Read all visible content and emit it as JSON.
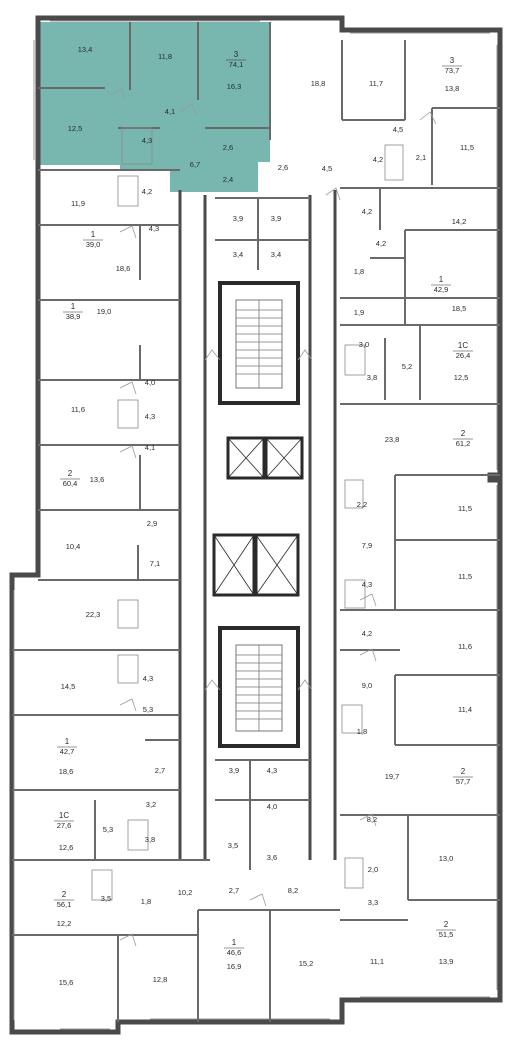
{
  "colors": {
    "wall": "#4a4a4a",
    "thin": "#8a8a8a",
    "highlight": "#77b7b0",
    "background": "#ffffff"
  },
  "apartments": [
    {
      "id": "apt-3-74",
      "rooms": "3",
      "area": "74,1",
      "highlighted": true
    },
    {
      "id": "apt-3-73",
      "rooms": "3",
      "area": "73,7",
      "highlighted": false
    },
    {
      "id": "apt-1-39",
      "rooms": "1",
      "area": "39,0",
      "highlighted": false
    },
    {
      "id": "apt-1-42-9",
      "rooms": "1",
      "area": "42,9",
      "highlighted": false
    },
    {
      "id": "apt-1-38",
      "rooms": "1",
      "area": "38,9",
      "highlighted": false
    },
    {
      "id": "apt-1c-26",
      "rooms": "1С",
      "area": "26,4",
      "highlighted": false
    },
    {
      "id": "apt-2-61",
      "rooms": "2",
      "area": "61,2",
      "highlighted": false
    },
    {
      "id": "apt-2-60",
      "rooms": "2",
      "area": "60,4",
      "highlighted": false
    },
    {
      "id": "apt-1-42-7",
      "rooms": "1",
      "area": "42,7",
      "highlighted": false
    },
    {
      "id": "apt-2-57",
      "rooms": "2",
      "area": "57,7",
      "highlighted": false
    },
    {
      "id": "apt-1c-27",
      "rooms": "1С",
      "area": "27,6",
      "highlighted": false
    },
    {
      "id": "apt-2-56",
      "rooms": "2",
      "area": "56,1",
      "highlighted": false
    },
    {
      "id": "apt-2-51",
      "rooms": "2",
      "area": "51,5",
      "highlighted": false
    },
    {
      "id": "apt-1-46",
      "rooms": "1",
      "area": "46,6",
      "highlighted": false
    }
  ],
  "room_areas": [
    "13,4",
    "11,8",
    "16,3",
    "4,1",
    "12,5",
    "4,3",
    "2,6",
    "6,7",
    "2,4",
    "18,8",
    "11,7",
    "13,8",
    "4,5",
    "2,6",
    "4,5",
    "4,2",
    "2,1",
    "11,5",
    "4,2",
    "11,9",
    "4,3",
    "3,9",
    "3,9",
    "3,4",
    "3,4",
    "4,2",
    "14,2",
    "18,6",
    "4,2",
    "1,8",
    "18,5",
    "1,9",
    "19,0",
    "3,0",
    "5,2",
    "3,8",
    "12,5",
    "4,0",
    "11,6",
    "4,3",
    "23,8",
    "4,1",
    "13,6",
    "2,2",
    "2,9",
    "11,5",
    "10,4",
    "7,9",
    "7,1",
    "11,5",
    "4,3",
    "22,3",
    "4,2",
    "11,6",
    "4,3",
    "14,5",
    "9,0",
    "11,4",
    "5,3",
    "1,8",
    "2,7",
    "19,7",
    "18,6",
    "3,9",
    "4,3",
    "3,2",
    "4,0",
    "8,2",
    "5,3",
    "3,8",
    "3,5",
    "3,6",
    "12,6",
    "2,0",
    "13,0",
    "3,3",
    "10,2",
    "2,7",
    "8,2",
    "3,5",
    "1,8",
    "12,2",
    "15,6",
    "12,8",
    "16,9",
    "15,2",
    "11,1",
    "13,9"
  ]
}
